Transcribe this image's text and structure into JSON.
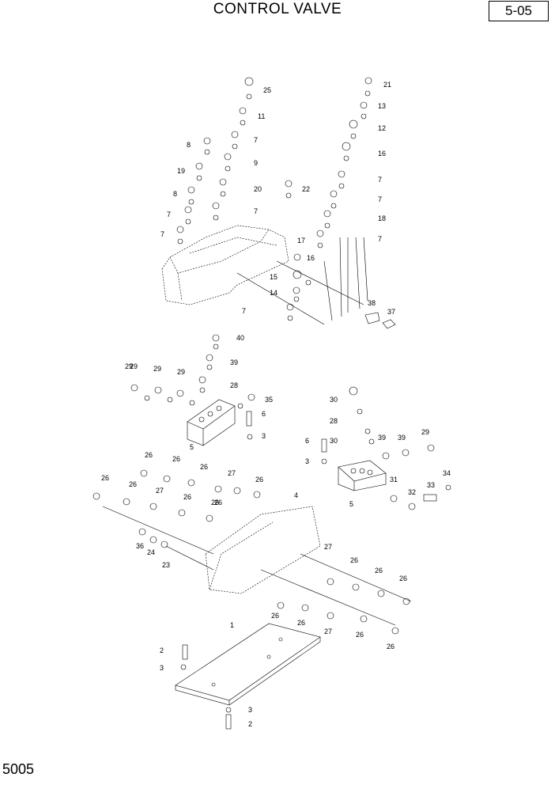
{
  "header": {
    "title": "CONTROL VALVE",
    "page_code": "5-05"
  },
  "footer": {
    "figure_number": "5005"
  },
  "diagram": {
    "callouts": [
      "25",
      "11",
      "7",
      "8",
      "9",
      "19",
      "20",
      "8",
      "22",
      "7",
      "7",
      "7",
      "21",
      "13",
      "12",
      "16",
      "7",
      "7",
      "18",
      "7",
      "17",
      "16",
      "15",
      "14",
      "7",
      "38",
      "37",
      "40",
      "39",
      "28",
      "29",
      "29",
      "29",
      "29",
      "35",
      "6",
      "3",
      "5",
      "30",
      "28",
      "30",
      "39",
      "39",
      "29",
      "6",
      "3",
      "5",
      "31",
      "32",
      "33",
      "34",
      "26",
      "26",
      "26",
      "27",
      "26",
      "26",
      "26",
      "26",
      "27",
      "26",
      "26",
      "4",
      "36",
      "24",
      "23",
      "27",
      "26",
      "26",
      "26",
      "26",
      "26",
      "27",
      "26",
      "26",
      "1",
      "2",
      "3",
      "3",
      "2"
    ]
  }
}
